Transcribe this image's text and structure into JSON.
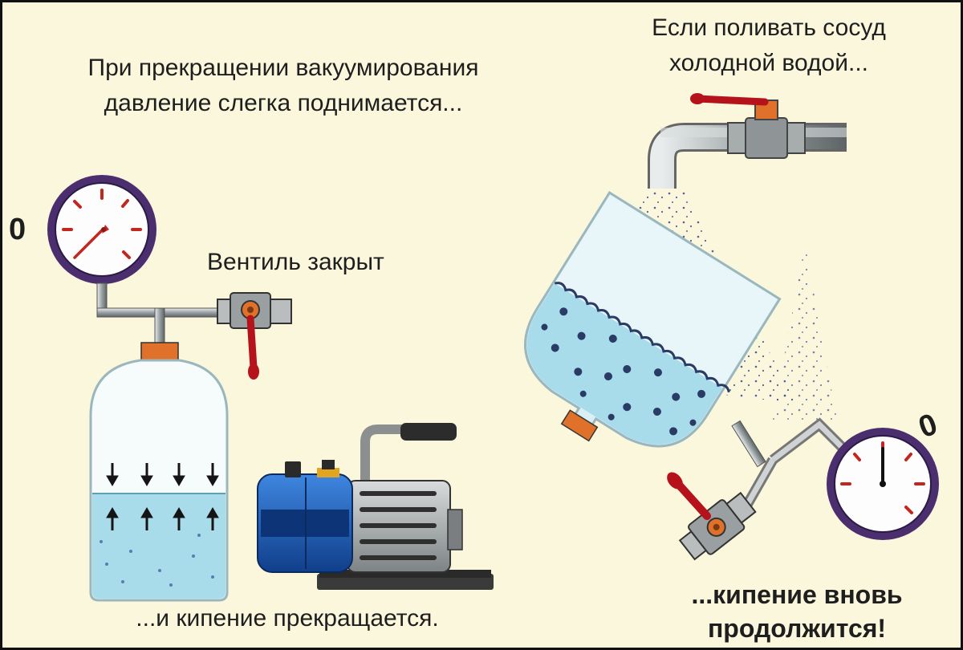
{
  "captions": {
    "left_top_line1": "При прекращении вакуумирования",
    "left_top_line2": "давление слегка поднимается...",
    "valve_label": "Вентиль закрыт",
    "left_bottom": "...и кипение прекращается.",
    "right_top_line1": "Если поливать сосуд",
    "right_top_line2": "холодной водой...",
    "right_bottom_line1": "...кипение вновь",
    "right_bottom_line2": "продолжится!"
  },
  "gauges": {
    "left_zero_mark": "0",
    "right_zero_mark": "0"
  },
  "colors": {
    "background": "#fbf7dc",
    "water": "#a9dcea",
    "gauge_rim": "#4b2e6e",
    "valve_handle": "#b5121b",
    "pump_blue": "#1b5fbd",
    "fitting_orange": "#e0712b"
  }
}
